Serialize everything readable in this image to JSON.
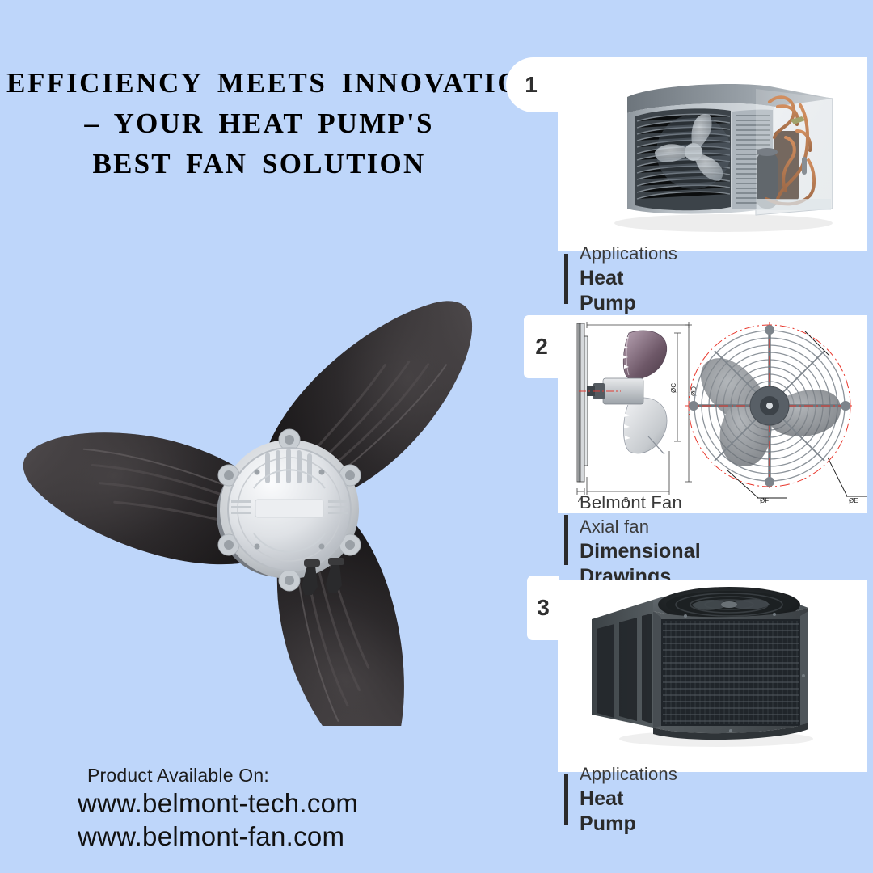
{
  "background_color": "#bed6fa",
  "headline": {
    "line1": "EFFICIENCY MEETS INNOVATION",
    "line2": "– YOUR HEAT PUMP'S",
    "line3": "BEST FAN SOLUTION"
  },
  "product": {
    "name": "axial-fan-3-blade",
    "blade_color": "#231f20",
    "hub_color": "#d8dade"
  },
  "footer": {
    "available_label": "Product Available On:",
    "url1": "www.belmont-tech.com",
    "url2": "www.belmont-fan.com"
  },
  "panels": [
    {
      "number": "1",
      "badge_shape": "half-circle",
      "image": "heat-pump-cutaway-photo",
      "caption_sub": "Applications",
      "caption_main": "Heat Pump"
    },
    {
      "number": "2",
      "badge_shape": "tab",
      "image": "dimensional-drawing",
      "caption_sub": "Belmont Fan Axial fan",
      "caption_main": "Dimensional Drawings",
      "drawing_labels": [
        "A",
        "B",
        "ØC",
        "ØD",
        "ØF",
        "ØE"
      ]
    },
    {
      "number": "3",
      "badge_shape": "tab",
      "image": "heat-pump-condenser-photo",
      "caption_sub": "Applications",
      "caption_main": "Heat Pump"
    }
  ]
}
